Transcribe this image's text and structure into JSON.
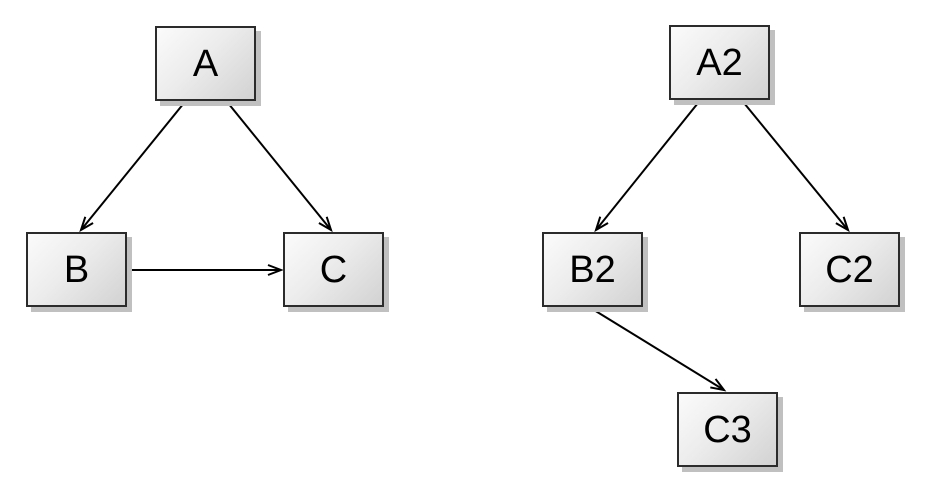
{
  "diagram": {
    "background_color": "#ffffff",
    "node_style": {
      "fill_top": "#fbfbfb",
      "fill_bottom": "#d2d2d2",
      "border_color": "#2b2b2b",
      "shadow_color": "#c0c0c0",
      "text_color": "#000000",
      "arrowhead": "open-v"
    },
    "edge_style": {
      "color": "#000000"
    },
    "graphs": [
      {
        "name": "left-graph",
        "nodes": [
          {
            "id": "A",
            "label": "A"
          },
          {
            "id": "B",
            "label": "B"
          },
          {
            "id": "C",
            "label": "C"
          }
        ],
        "edges": [
          {
            "from": "A",
            "to": "B"
          },
          {
            "from": "A",
            "to": "C"
          },
          {
            "from": "B",
            "to": "C"
          }
        ]
      },
      {
        "name": "right-graph",
        "nodes": [
          {
            "id": "A2",
            "label": "A2"
          },
          {
            "id": "B2",
            "label": "B2"
          },
          {
            "id": "C2",
            "label": "C2"
          },
          {
            "id": "C3",
            "label": "C3"
          }
        ],
        "edges": [
          {
            "from": "A2",
            "to": "B2"
          },
          {
            "from": "A2",
            "to": "C2"
          },
          {
            "from": "B2",
            "to": "C3"
          }
        ]
      }
    ]
  }
}
